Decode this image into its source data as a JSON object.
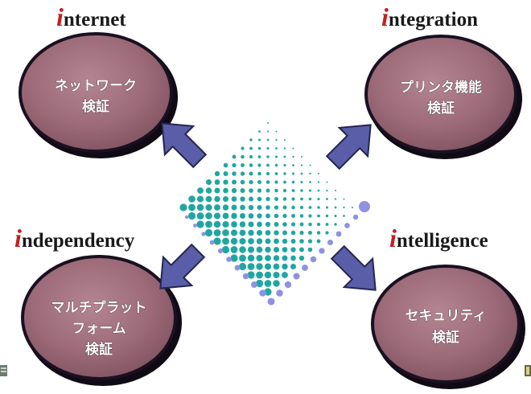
{
  "quadrants": [
    {
      "id": "internet",
      "initial": "i",
      "rest": "nternet",
      "lines": [
        "ネットワーク",
        "検証"
      ]
    },
    {
      "id": "integration",
      "initial": "i",
      "rest": "ntegration",
      "lines": [
        "プリンタ機能",
        "検証"
      ]
    },
    {
      "id": "independency",
      "initial": "i",
      "rest": "ndependency",
      "lines": [
        "マルチプラット",
        "フォーム",
        "検証"
      ]
    },
    {
      "id": "intelligence",
      "initial": "i",
      "rest": "ntelligence",
      "lines": [
        "セキュリティ",
        "検証"
      ]
    }
  ],
  "colors": {
    "bubble_fill": "#9c6a78",
    "bubble_border": "#1a1020",
    "arrow_fill": "#5a5ea8",
    "initial": "#c81e1e",
    "dots_teal": "#20a6a0",
    "dots_periwinkle": "#8f92e0"
  }
}
